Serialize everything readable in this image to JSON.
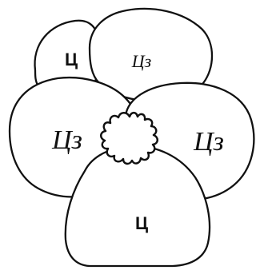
{
  "petals": {
    "top_left": {
      "label": "Ц"
    },
    "top_right": {
      "label": "Цз"
    },
    "left": {
      "label": "Цз"
    },
    "right": {
      "label": "Цз"
    },
    "bottom": {
      "label": "Ц"
    }
  }
}
